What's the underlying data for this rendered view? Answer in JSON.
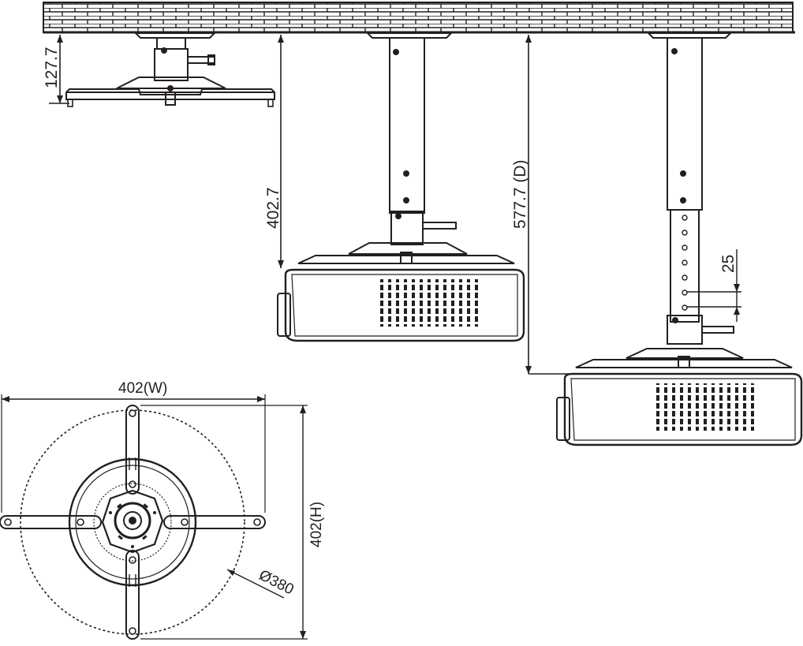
{
  "colors": {
    "line": "#231f20",
    "fill": "#ffffff",
    "brick": "#231f20"
  },
  "labels": {
    "min_drop": "127.7",
    "mid_drop": "402.7",
    "max_drop": "577.7 (D)",
    "hole_pitch": "25",
    "width": "402(W)",
    "height": "402(H)",
    "diameter": "Ø380"
  },
  "mounts": [
    {
      "id": "min",
      "pole_holes": 0
    },
    {
      "id": "mid",
      "pole_holes": 0
    },
    {
      "id": "max",
      "pole_holes": 7
    }
  ]
}
